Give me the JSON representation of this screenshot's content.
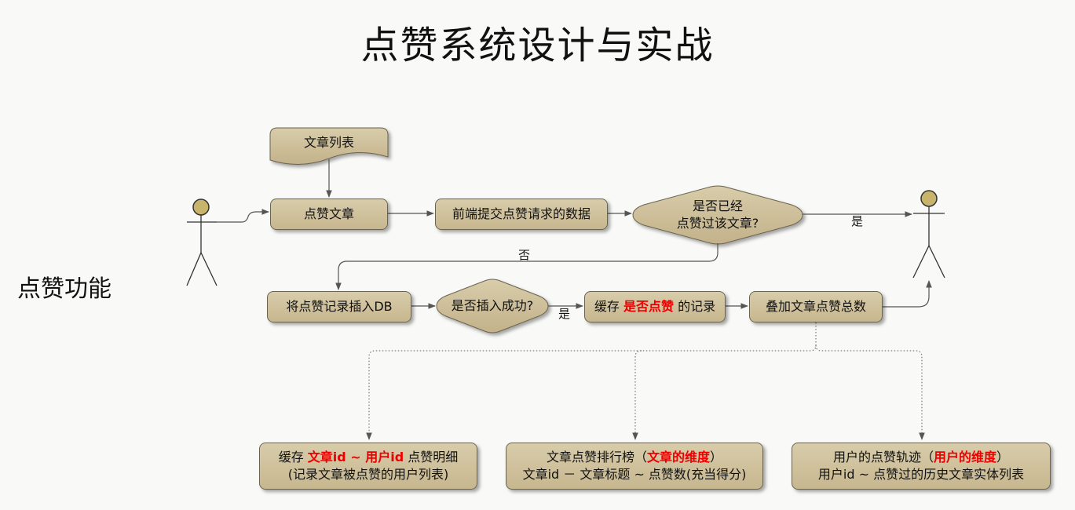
{
  "title": "点赞系统设计与实战",
  "section": "点赞功能",
  "nodes": {
    "article_list": "文章列表",
    "like_article": "点赞文章",
    "frontend_submit": "前端提交点赞请求的数据",
    "already_liked_line1": "是否已经",
    "already_liked_line2": "点赞过该文章?",
    "insert_db": "将点赞记录插入DB",
    "insert_success": "是否插入成功?",
    "cache_prefix": "缓存 ",
    "cache_highlight": "是否点赞",
    "cache_suffix": " 的记录",
    "add_total": "叠加文章点赞总数",
    "detail_prefix": "缓存 ",
    "detail_highlight": "文章id ~ 用户id",
    "detail_suffix": " 点赞明细",
    "detail_line2": "(记录文章被点赞的用户列表)",
    "rank_prefix": "文章点赞排行榜（",
    "rank_highlight": "文章的维度",
    "rank_suffix": "）",
    "rank_line2": "文章id － 文章标题 ~ 点赞数(充当得分)",
    "track_prefix": "用户的点赞轨迹（",
    "track_highlight": "用户的维度",
    "track_suffix": "）",
    "track_line2": "用户id ~ 点赞过的历史文章实体列表"
  },
  "edge_labels": {
    "yes_top": "是",
    "no": "否",
    "yes_bottom": "是"
  },
  "colors": {
    "node_fill": "#cfc29f",
    "highlight": "#e00000",
    "actor_head": "#c8b46a"
  }
}
